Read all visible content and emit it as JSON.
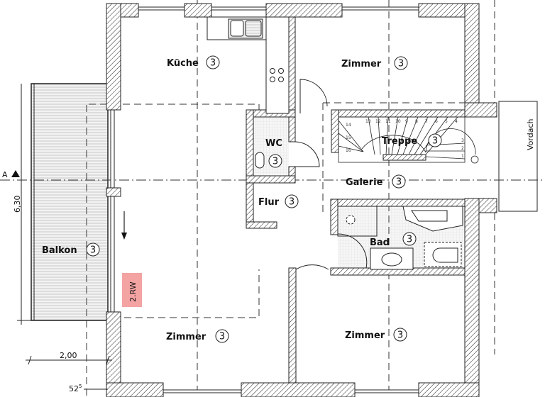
{
  "rooms": [
    {
      "id": "kueche",
      "label": "Küche",
      "number": "3"
    },
    {
      "id": "zimmer-top",
      "label": "Zimmer",
      "number": "3"
    },
    {
      "id": "wc",
      "label": "WC",
      "number": "3"
    },
    {
      "id": "treppe",
      "label": "Treppe",
      "number": "3"
    },
    {
      "id": "galerie",
      "label": "Galerie",
      "number": "3"
    },
    {
      "id": "flur",
      "label": "Flur",
      "number": "3"
    },
    {
      "id": "bad",
      "label": "Bad",
      "number": "3"
    },
    {
      "id": "balkon",
      "label": "Balkon",
      "number": "3"
    },
    {
      "id": "zimmer-bottom-left",
      "label": "Zimmer",
      "number": "3"
    },
    {
      "id": "zimmer-bottom-right",
      "label": "Zimmer",
      "number": "3"
    }
  ],
  "annotations": {
    "vordach": "Vordach",
    "section_marker": "A",
    "rw_tag": "2.RW",
    "rw_tag_color": "#f4a3a3"
  },
  "dimensions": {
    "balcony_depth": "6,30",
    "balcony_width": "2,00",
    "offset_base": "52",
    "offset_sup": "5"
  },
  "stair_steps": [
    "1",
    "2",
    "3",
    "4",
    "5",
    "6",
    "7",
    "8",
    "9",
    "10",
    "11",
    "12",
    "13",
    "14",
    "15",
    "16"
  ]
}
